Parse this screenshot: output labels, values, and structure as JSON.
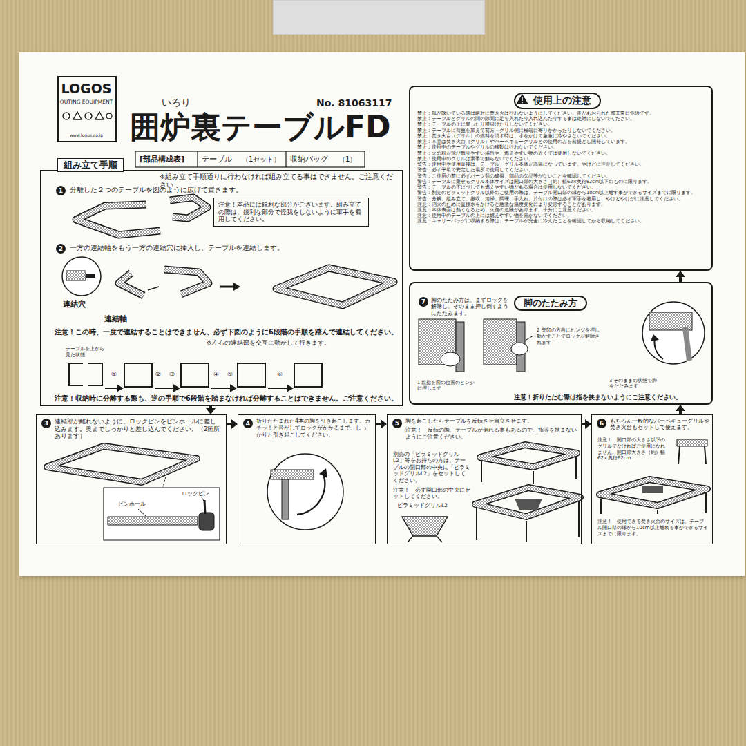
{
  "diagram": {
    "title": "囲炉裏テーブルFD",
    "nodes": [
      {
        "text": [
          "LOGOS",
          "OUTING EQUIPMENT",
          "www.logos.co.jp"
        ]
      },
      {
        "text": [
          "組み立て手順",
          "※組み立て手順通りに行わなければ組み立てる事はできません。ご注意ください",
          "1",
          "分離した２つのテーブルを図のように広げて置きます。",
          "2",
          "一方の連結軸をもう一方の連結穴に挿入し、テーブルを連結します。",
          "連結穴",
          "連結軸",
          "注意！この時、一度で連結することはできません、必ず下図のように6段階の手順を踏んで連結してください。",
          "※左右の連結部を交互に動かして行きます。",
          "テーブルを上から見た状態",
          "①",
          "②",
          "③",
          "④",
          "⑤",
          "⑥",
          "注意！収納時に分離する際も、逆の手順で6段階を踏まなければ分離することはできません。ご注意ください。"
        ]
      },
      {
        "text": [
          "注意！本品には鋭利な部分がございます。組み立ての際は、鋭利な部分で怪我をしないように軍手を着用してください。"
        ],
        "in": 1
      },
      {
        "text": [
          "3",
          "連結部が離れないように、ロックピンをピンホールに差し込みます。奥までしっかりと差し込んでください。（2箇所あります）",
          "ロックピン",
          "ピンホール"
        ]
      },
      {
        "text": [
          "4",
          "折りたたまれた4本の脚を引き起こします。カチッ！と音がしてロックがかかるまで、しっかりと引き起こしてください。"
        ]
      },
      {
        "text": [
          "5",
          "脚を起こしたらテーブルを反転させ自立させます。",
          "注意！　反転の際、テーブルが倒れる事もあるので、指等を挟まないようにご注意ください。",
          "別売の「ピラミッドグリルL2」等をお持ちの方は、テーブルの開口部の中央に「ピラミッドグリルL2」をセットしてください。",
          "注意！　必ず開口部の中央にセットしてください。",
          "ピラミッドグリルL2"
        ]
      },
      {
        "text": [
          "6",
          "もちろん一般的なバーベキューグリルや焚き火台もセットして使えます。",
          "注意！　開口部の大きさ以下のグリルでなければご使用になれません。開口部大きさ（約）幅62×奥行62cm",
          "注意！　使用できる焚き火台のサイズは、テーブル開口部の縁から10cm以上離れる事ができるサイズまでに限ります。"
        ]
      },
      {
        "text": [
          "使用上の注意",
          "禁止：風が吹いている時は絶対に焚き火は行わないようにしてください。炎があおられた際非常に危険です。",
          "禁止：テーブルとグリルの間の隙間に足を入れたり入れ込んだりする事は絶対にしないでください。",
          "禁止：テーブルの上に乗ったり腰掛けたりしないでください。",
          "禁止：テーブルに荷重を加えて前方・グリル側に極端に寄りかかったりしないでください。",
          "禁止：焚き火台（グリル）の燃料を消す時は、水をかけて急激に冷やさないでください。",
          "禁止：本品は焚き火台（グリル）やバーベキューグリルとの使用のみを前提とし開発しています。",
          "禁止：使用中のテーブルやグリルの移動は行わないでください。",
          "禁止：火の粉が飛び散りやすい場所や、燃えやすい物の近くでは使用しないでください。",
          "禁止：使用中のグリルは素手で触らないでください。",
          "警告：使用中や使用直後は、テーブル・グリル本体が高温になっています。やけどに注意してください。",
          "警告：必ず平坦で安定した場所で使用してください。",
          "警告：ご使用の前に必ずパーツ類の破損、部品の欠品等がないことを確認してください。",
          "警告：テーブルに乗せるグリル本体サイズは開口部の大きさ（約）幅62×奥行62cm以下のものに限ります。",
          "警告：テーブルの下に少しでも燃えやすい物がある場合は使用しないでください。",
          "警告：別売のピラミッドグリル以外のご使用の際は、テーブル開口部の縁から10cm以上離す事ができるサイズまでに限ります。",
          "警告：分解、組み立て、撤収、清掃、調理、手入れ、片付けの際は必ず軍手を着用し、やけどやけがに注意してください。",
          "注意：消火のために直接水をかけると急激な温度変化により変形することがあります。",
          "注意：本体表面は熱くなるため、火傷の危険があります。十分にご注意ください。",
          "注意：使用中のテーブルの上には燃えやすい物を置かないでください。",
          "注意：キャリーバッグに収納する際は、テーブルが完全に冷えたことを確認してから収納してください。"
        ]
      },
      {
        "text": [
          "脚のたたみ方",
          "7",
          "脚のたたみ方は、まずロックを解除し、そのまま押し倒すようにたたみます。",
          "1 親指を図の位置のヒンジに押します",
          "2 矢印の方向にヒンジを押し動かすことでロックが解除されます",
          "3 そのままの状態で脚をたたみます",
          "注意！折りたたむ際は指を挟まないようにご注意ください。"
        ]
      }
    ],
    "edges": [
      {
        "from": 1,
        "to": 3,
        "arrow": "to"
      },
      {
        "from": 3,
        "to": 4,
        "arrow": "to"
      },
      {
        "from": 4,
        "to": 5,
        "arrow": "to"
      },
      {
        "from": 5,
        "to": 6,
        "arrow": "to"
      },
      {
        "from": 6,
        "to": 8,
        "arrow": "to"
      },
      {
        "from": 8,
        "to": 7,
        "arrow": "to"
      }
    ],
    "labels": [
      "いろり",
      "No. 81063117",
      "[部品構成表]",
      "テーブル",
      "（1セット）",
      "収納バッグ",
      "（1）"
    ]
  }
}
